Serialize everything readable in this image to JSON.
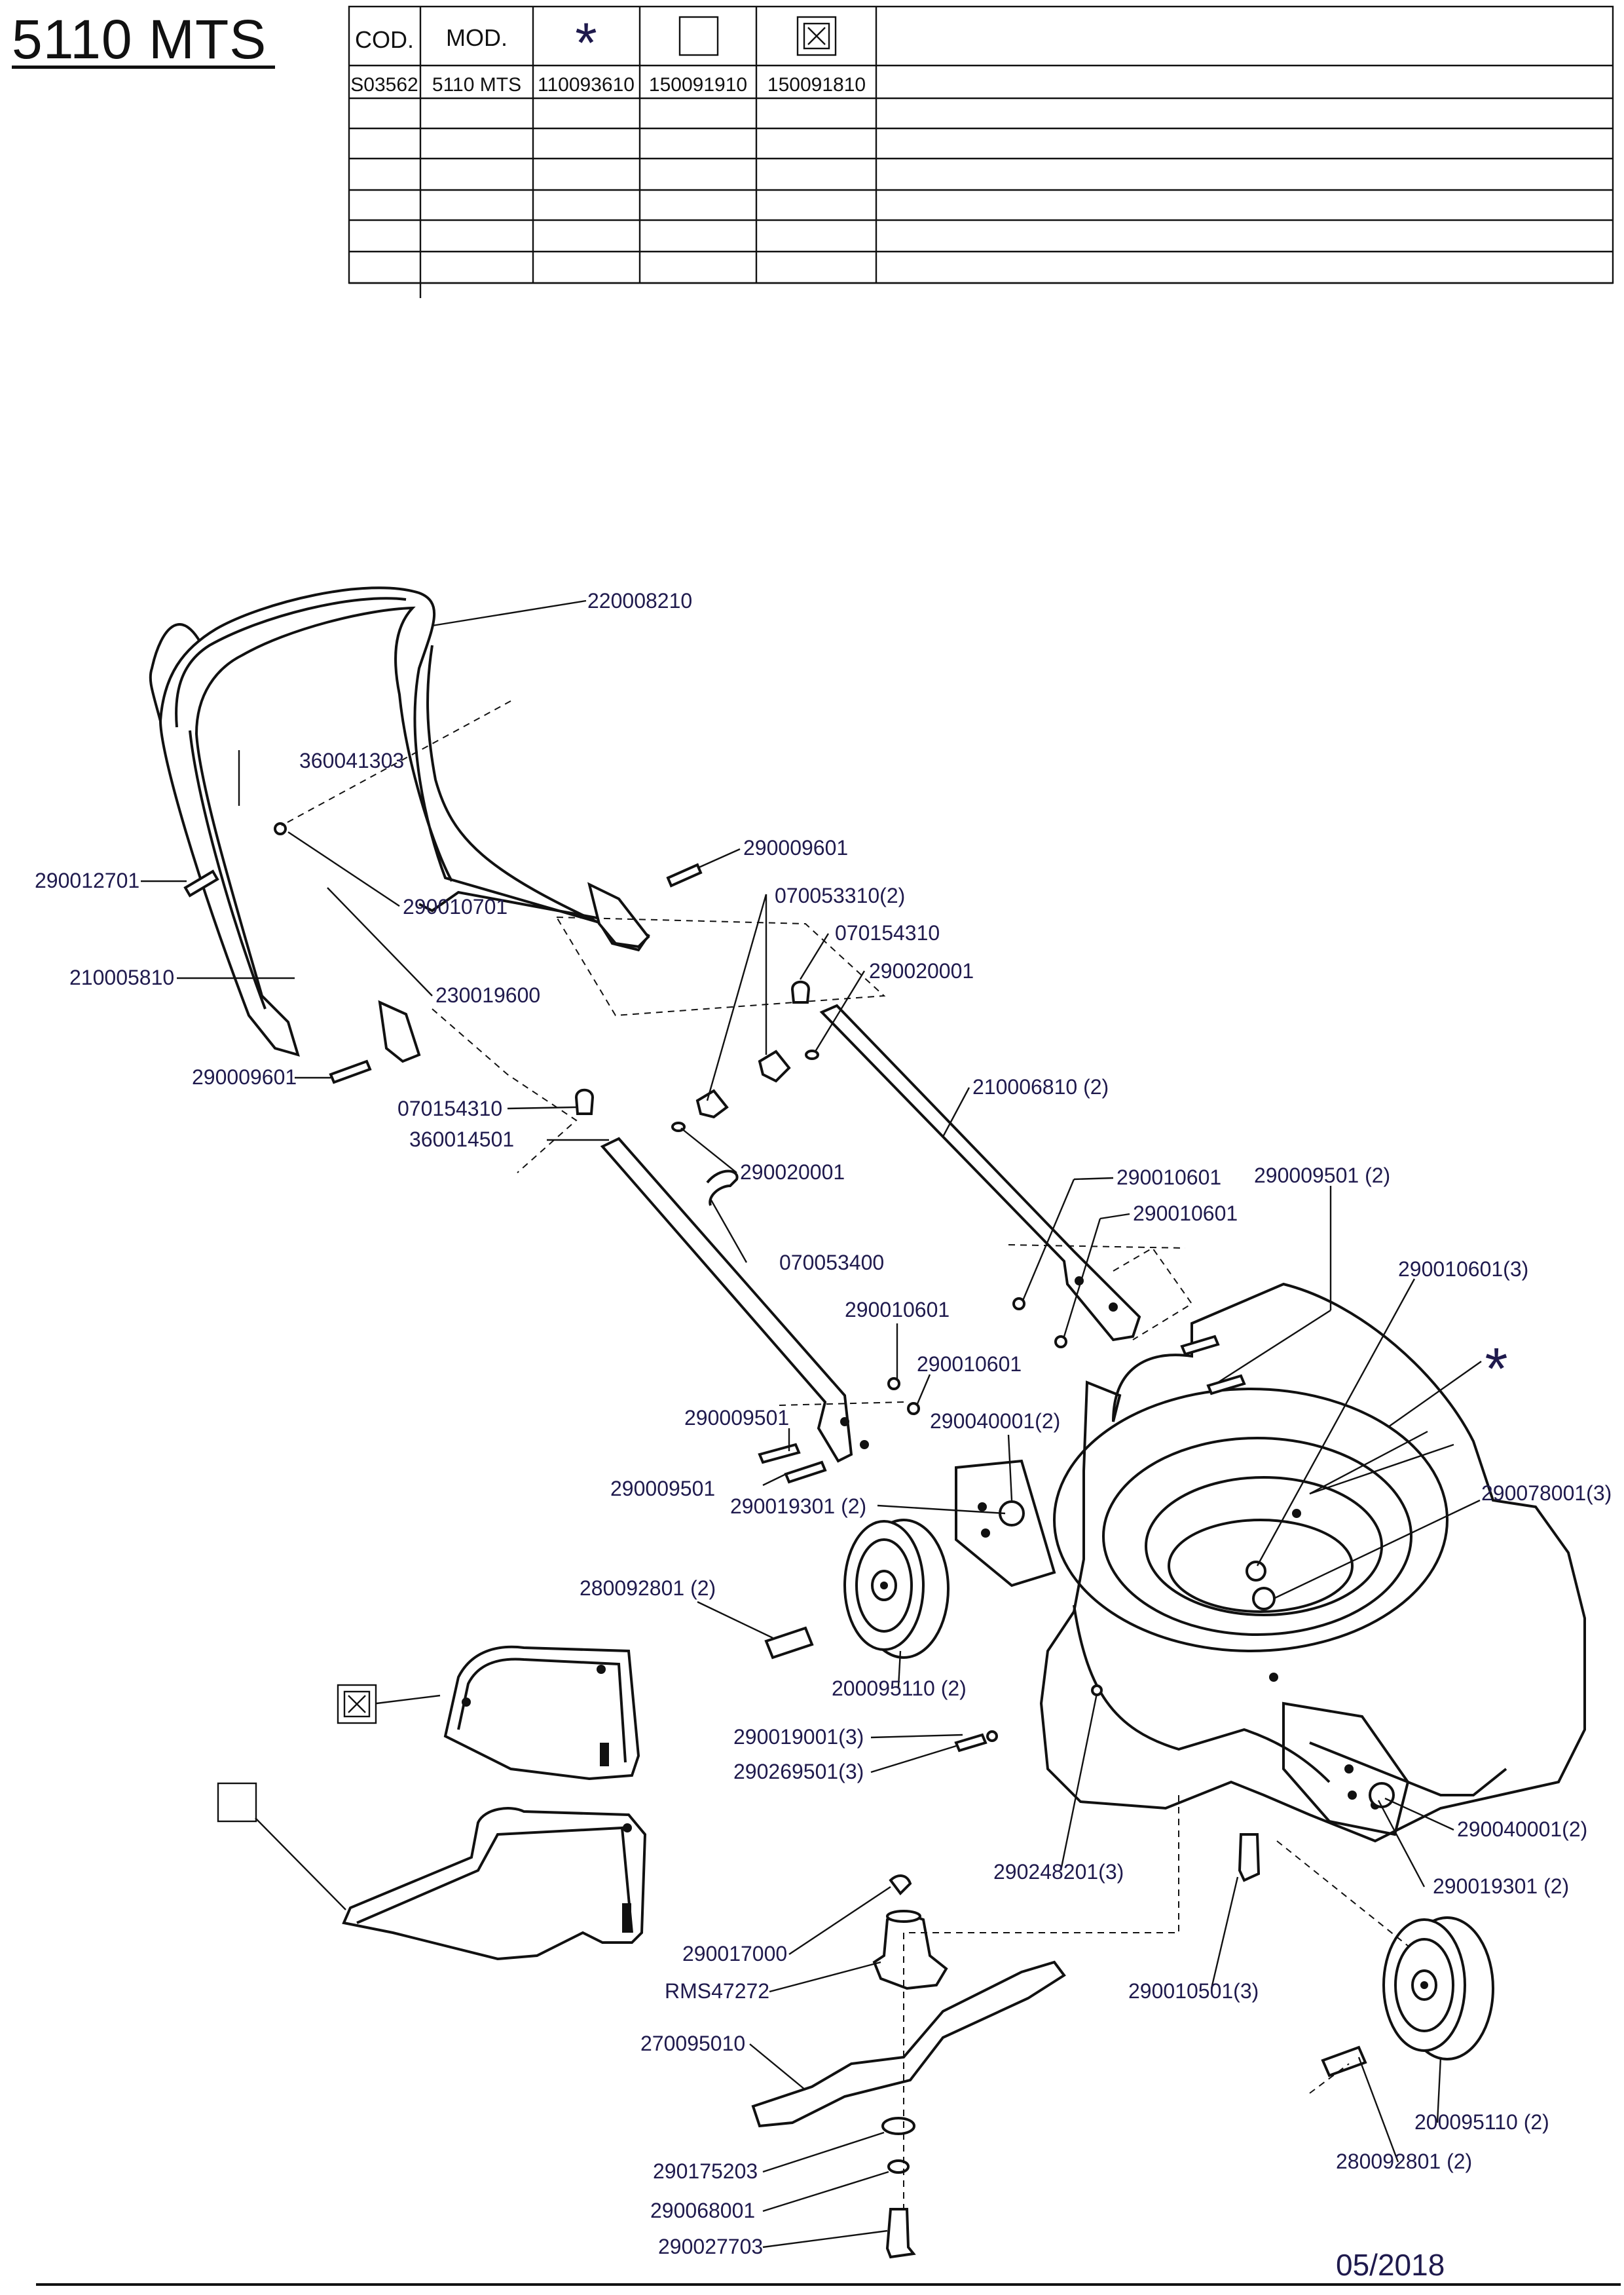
{
  "title": "5110 MTS",
  "date": "05/2018",
  "table": {
    "headers": [
      "COD.",
      "MOD.",
      "*",
      "",
      ""
    ],
    "row": [
      "S03562",
      "5110 MTS",
      "110093610",
      "150091910",
      "150091810"
    ]
  },
  "symbols": {
    "star": "*"
  },
  "labels": {
    "handle_top": "220008210",
    "cable_clip": "360041303",
    "bolt_left": "290012701",
    "nut_left": "290010701",
    "tube_left": "210005810",
    "lever_rod": "230019600",
    "screw_lower_left": "290009601",
    "screw_upper": "290009601",
    "knob_pair": "070053310(2)",
    "cap_right": "070154310",
    "washer_right": "290020001",
    "cap_left": "070154310",
    "clip_left": "360014501",
    "washer_left": "290020001",
    "lower_tube_right": "210006810 (2)",
    "hook": "070053400",
    "nut_a": "290010601",
    "nut_b": "290010601",
    "bolt_pair": "290009501 (2)",
    "nut_triple": "290010601(3)",
    "nut_c": "290010601",
    "nut_d": "290010601",
    "bolt_e": "290009501",
    "nut_40": "290040001(2)",
    "bolt_f": "290009501",
    "screw_19301": "290019301 (2)",
    "washer_78": "290078001(3)",
    "axle_left": "280092801 (2)",
    "wheel_left": "200095110 (2)",
    "screw_19001": "290019001(3)",
    "screw_269501": "290269501(3)",
    "nut_248201": "290248201(3)",
    "nut_40_right": "290040001(2)",
    "screw_19301_right": "290019301 (2)",
    "key": "290017000",
    "adapter": "RMS47272",
    "bolt_10501": "290010501(3)",
    "blade": "270095010",
    "washer_175203": "290175203",
    "washer_68001": "290068001",
    "bolt_27703": "290027703",
    "wheel_right": "200095110 (2)",
    "axle_right": "280092801 (2)"
  }
}
